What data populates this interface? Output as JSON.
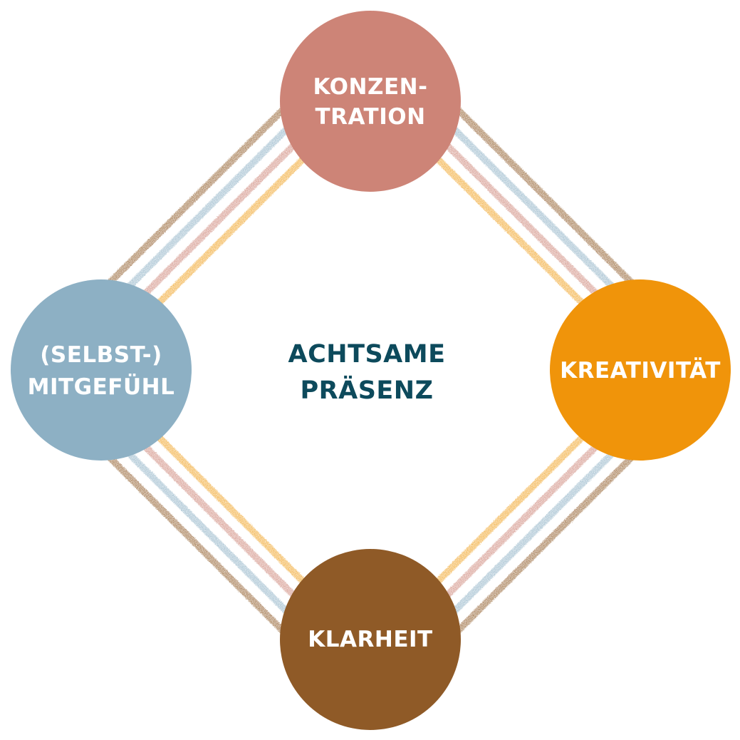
{
  "center": {
    "line1": "ACHTSAME",
    "line2": "PRÄSENZ",
    "color": "#0d4a5c"
  },
  "nodes": {
    "top": {
      "line1": "KONZEN-",
      "line2": "TRATION",
      "color": "#cd8477"
    },
    "right": {
      "line1": "KREATIVITÄT",
      "color": "#f0940a"
    },
    "bottom": {
      "line1": "KLARHEIT",
      "color": "#8f5a27"
    },
    "left": {
      "line1": "(SELBST-)",
      "line2": "MITGEFÜHL",
      "color": "#8db0c4"
    }
  },
  "stroke_colors": {
    "brown": "#8f5a27",
    "blue": "#8db0c4",
    "pink": "#cd8477",
    "orange": "#f0a01e"
  }
}
